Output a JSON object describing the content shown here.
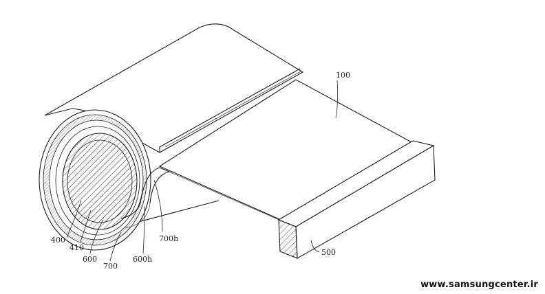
{
  "figure": {
    "labels": {
      "display": "100",
      "roller": "400",
      "roller_part": "410",
      "housing_inner": "600",
      "housing_outer": "700",
      "slot_inner": "600h",
      "slot_outer": "700h",
      "end_bar": "500"
    }
  },
  "watermark": {
    "text": "www.samsungcenter.ir"
  },
  "colors": {
    "line": "#1a1a1a",
    "background": "#ffffff"
  }
}
